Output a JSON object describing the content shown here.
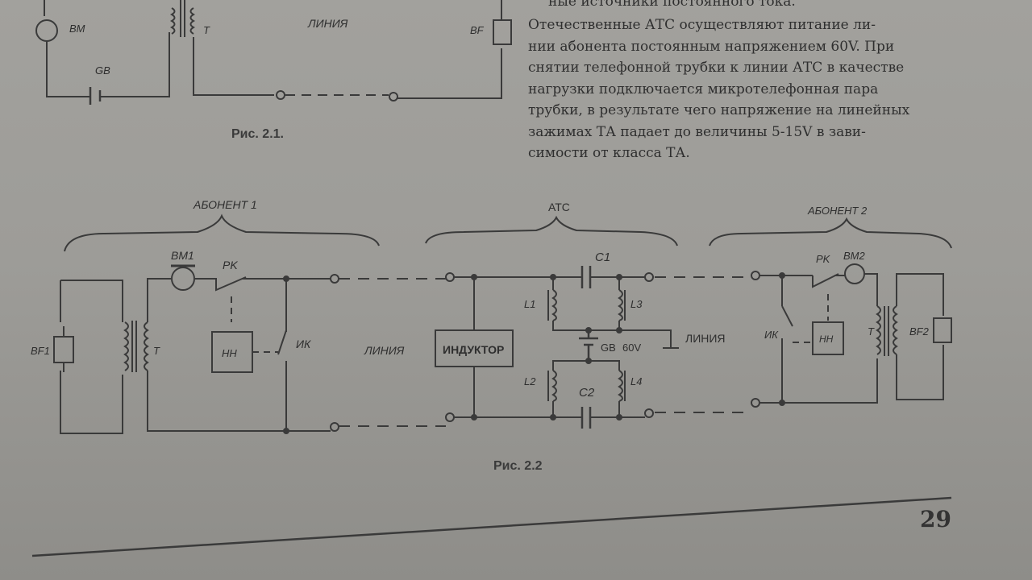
{
  "top_text": "ные источники постоянного тока.",
  "paragraph_lines": [
    "Отечественные АТС осуществляют питание ли-",
    "нии абонента постоянным напряжением 60V. При",
    "снятии телефонной трубки к линии АТС в качестве",
    "нагрузки подключается микротелефонная пара",
    "трубки, в результате чего напряжение на линейных",
    "зажимах ТА падает до величины 5-15V в зави-",
    "симости от класса ТА."
  ],
  "fig1": {
    "caption": "Рис. 2.1.",
    "labels": {
      "bm": "BM",
      "gb": "GB",
      "t": "T",
      "line": "ЛИНИЯ",
      "bf": "BF"
    }
  },
  "fig2": {
    "caption": "Рис. 2.2",
    "groups": {
      "sub1": "АБОНЕНТ 1",
      "atc": "АТС",
      "sub2": "АБОНЕНТ 2"
    },
    "labels": {
      "bf1": "BF1",
      "t1": "T",
      "bm1": "BM1",
      "rk1": "PK",
      "nn1": "НН",
      "ik1": "ИК",
      "line1": "ЛИНИЯ",
      "inductor": "ИНДУКТОР",
      "c1": "C1",
      "c2": "C2",
      "l1": "L1",
      "l2": "L2",
      "l3": "L3",
      "l4": "L4",
      "gb": "GB",
      "v60": "60V",
      "line2": "ЛИНИЯ",
      "ik2": "ИК",
      "nn2": "НН",
      "rk2": "PK",
      "bm2": "BM2",
      "t2": "T",
      "bf2": "BF2"
    }
  },
  "page_number": "29"
}
